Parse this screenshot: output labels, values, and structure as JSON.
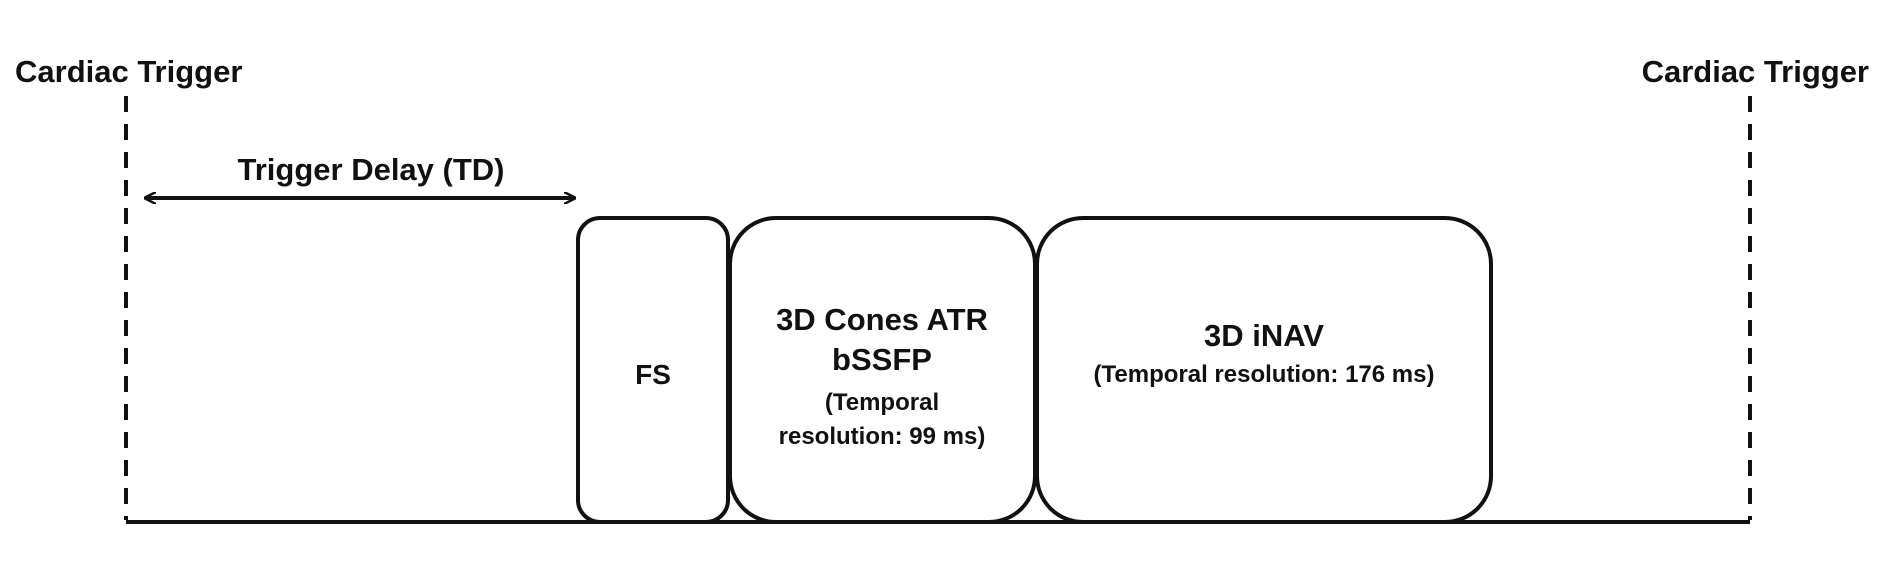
{
  "triggers": {
    "left_label": "Cardiac Trigger",
    "right_label": "Cardiac Trigger"
  },
  "delay": {
    "label": "Trigger Delay (TD)"
  },
  "blocks": {
    "fs": {
      "label": "FS"
    },
    "cones": {
      "title_line1": "3D Cones ATR",
      "title_line2": "bSSFP",
      "sub_line1": "(Temporal",
      "sub_line2": "resolution: 99 ms)"
    },
    "inav": {
      "title": "3D iNAV",
      "sub": "(Temporal resolution: 176 ms)"
    }
  },
  "colors": {
    "stroke": "#111111",
    "background": "#ffffff"
  }
}
